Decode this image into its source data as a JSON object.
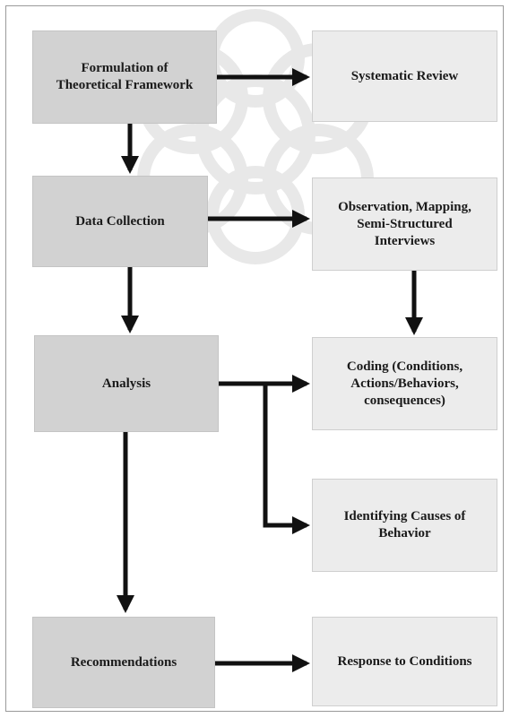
{
  "boxes": {
    "theoretical_framework": "Formulation of\nTheoretical Framework",
    "systematic_review": "Systematic Review",
    "data_collection": "Data Collection",
    "observation": "Observation, Mapping,\nSemi-Structured\nInterviews",
    "analysis": "Analysis",
    "coding": "Coding (Conditions,\nActions/Behaviors,\nconsequences)",
    "identifying_causes": "Identifying Causes of\nBehavior",
    "recommendations": "Recommendations",
    "response": "Response to Conditions"
  },
  "colors": {
    "left_box_fill": "#d2d2d2",
    "right_box_fill": "#ececec",
    "arrow": "#111111",
    "watermark": "#e6e6e6"
  }
}
